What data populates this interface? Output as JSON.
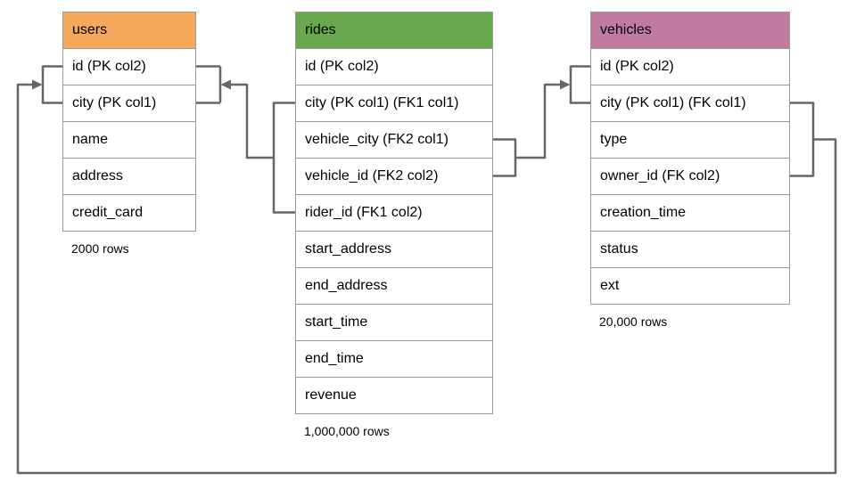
{
  "diagram": {
    "line_color": "#666666",
    "border_color": "#999999",
    "tables": [
      {
        "name": "users",
        "header_color": "#F6A95C",
        "columns": [
          "id (PK col2)",
          "city (PK col1)",
          "name",
          "address",
          "credit_card"
        ],
        "row_count": "2000 rows"
      },
      {
        "name": "rides",
        "header_color": "#6AA84F",
        "columns": [
          "id (PK col2)",
          "city (PK col1) (FK1 col1)",
          "vehicle_city (FK2 col1)",
          "vehicle_id (FK2 col2)",
          "rider_id (FK1 col2)",
          "start_address",
          "end_address",
          "start_time",
          "end_time",
          "revenue"
        ],
        "row_count": "1,000,000 rows"
      },
      {
        "name": "vehicles",
        "header_color": "#C27BA0",
        "columns": [
          "id (PK col2)",
          "city (PK col1) (FK col1)",
          "type",
          "owner_id (FK col2)",
          "creation_time",
          "status",
          "ext"
        ],
        "row_count": "20,000 rows"
      }
    ]
  }
}
